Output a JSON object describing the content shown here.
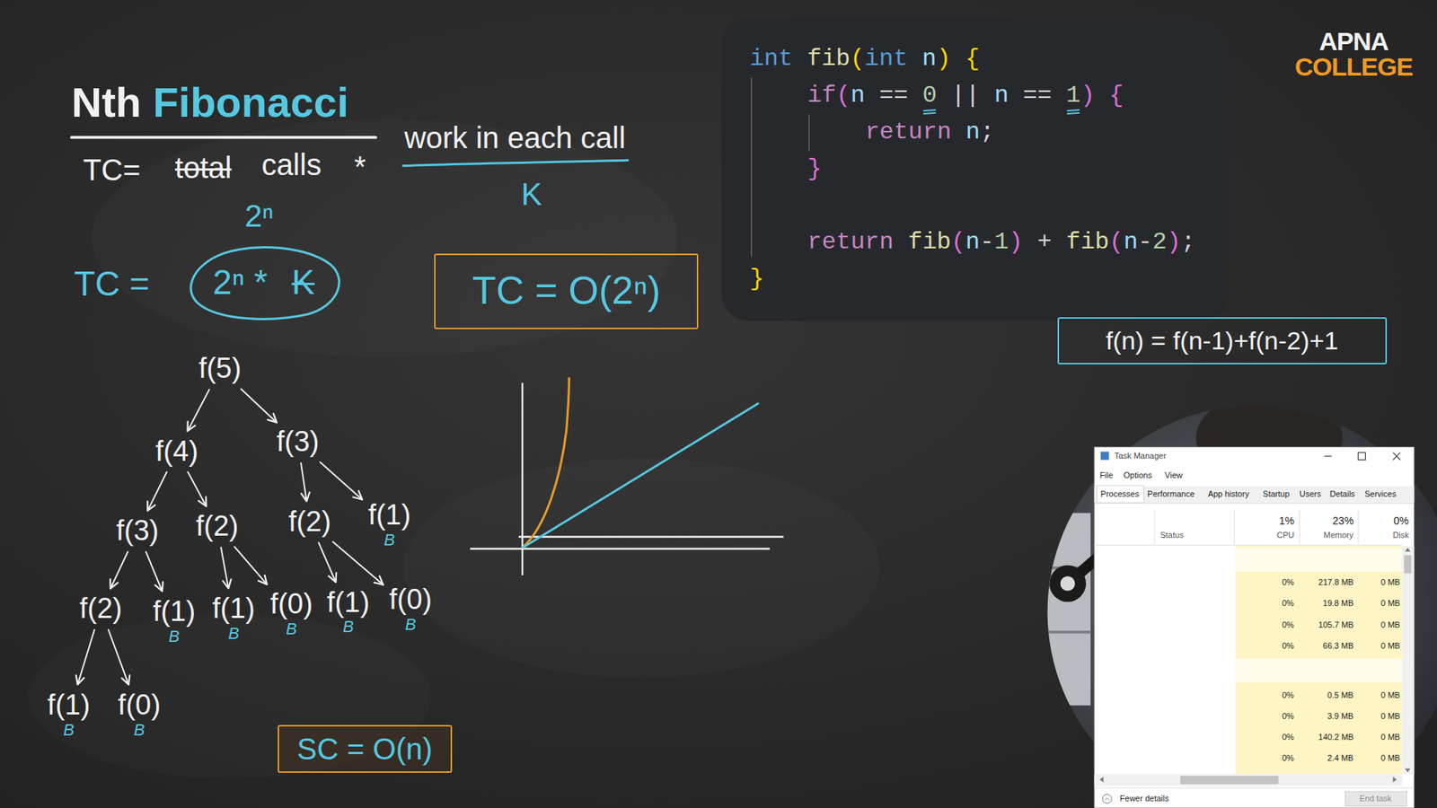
{
  "diagram": {
    "title": "Nth Fibonacci",
    "nodes": [
      {
        "text": [
          "int fib(int n) {",
          "if(n == 0 || n == 1) {",
          "return n;",
          "}",
          "return fib(n-1) + fib(n-2);",
          "}"
        ]
      },
      {
        "text": [
          "TC = O(2ⁿ)"
        ]
      },
      {
        "text": [
          "f(n) = f(n-1)+f(n-2)+1"
        ]
      },
      {
        "text": [
          "f(5)"
        ]
      },
      {
        "text": [
          "f(4)"
        ]
      },
      {
        "text": [
          "f(3)"
        ]
      },
      {
        "text": [
          "f(3)"
        ]
      },
      {
        "text": [
          "f(2)"
        ]
      },
      {
        "text": [
          "f(2)"
        ]
      },
      {
        "text": [
          "f(1)",
          "B"
        ]
      },
      {
        "text": [
          "f(2)"
        ]
      },
      {
        "text": [
          "f(1)",
          "B"
        ]
      },
      {
        "text": [
          "f(1)",
          "B"
        ]
      },
      {
        "text": [
          "f(0)",
          "B"
        ]
      },
      {
        "text": [
          "f(1)",
          "B"
        ]
      },
      {
        "text": [
          "f(0)",
          "B"
        ]
      },
      {
        "text": [
          "f(1)",
          "B"
        ]
      },
      {
        "text": [
          "f(0)",
          "B"
        ]
      },
      {
        "text": [
          "SC = O(n)"
        ]
      }
    ],
    "edges": [
      {
        "from": 3,
        "to": 4,
        "arrow": "to"
      },
      {
        "from": 3,
        "to": 5,
        "arrow": "to"
      },
      {
        "from": 4,
        "to": 6,
        "arrow": "to"
      },
      {
        "from": 4,
        "to": 7,
        "arrow": "to"
      },
      {
        "from": 5,
        "to": 8,
        "arrow": "to"
      },
      {
        "from": 5,
        "to": 9,
        "arrow": "to"
      },
      {
        "from": 6,
        "to": 10,
        "arrow": "to"
      },
      {
        "from": 6,
        "to": 11,
        "arrow": "to"
      },
      {
        "from": 7,
        "to": 12,
        "arrow": "to"
      },
      {
        "from": 7,
        "to": 13,
        "arrow": "to"
      },
      {
        "from": 8,
        "to": 14,
        "arrow": "to"
      },
      {
        "from": 8,
        "to": 15,
        "arrow": "to"
      },
      {
        "from": 10,
        "to": 16,
        "arrow": "to"
      },
      {
        "from": 10,
        "to": 17,
        "arrow": "to"
      }
    ],
    "labels": [
      "TC=",
      "total",
      "calls",
      "*",
      "work in each call",
      "K",
      "2ⁿ",
      "TC =",
      "2ⁿ *",
      "K",
      "APNA",
      "COLLEGE",
      "Task Manager",
      "File",
      "Options",
      "View",
      "Processes",
      "Performance",
      "App history",
      "Startup",
      "Users",
      "Details",
      "Services",
      "1%",
      "CPU",
      "23%",
      "Memory",
      "0%",
      "Disk",
      "Status",
      "0%",
      "217.8 MB",
      "0 MB",
      "0%",
      "19.8 MB",
      "0 MB",
      "0%",
      "105.7 MB",
      "0 MB",
      "0%",
      "66.3 MB",
      "0 MB",
      "0%",
      "0.5 MB",
      "0 MB",
      "0%",
      "3.9 MB",
      "0 MB",
      "0%",
      "140.2 MB",
      "0 MB",
      "0%",
      "2.4 MB",
      "0 MB",
      "Fewer details",
      "End task"
    ]
  }
}
